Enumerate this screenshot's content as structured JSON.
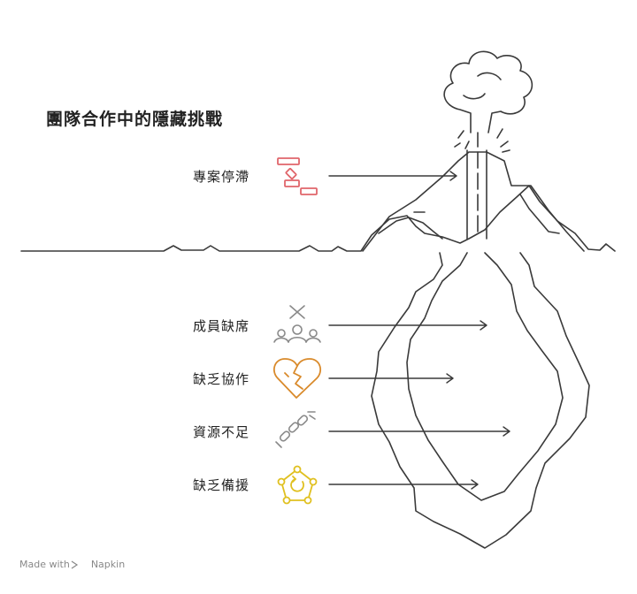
{
  "title": "團隊合作中的隱藏挑戰",
  "items": [
    {
      "label": "專案停滯",
      "icon": "gantt-chart-icon",
      "color": "#e0666b",
      "position": "above-water"
    },
    {
      "label": "成員缺席",
      "icon": "missing-member-icon",
      "color": "#8a8a8a",
      "position": "below-water"
    },
    {
      "label": "缺乏協作",
      "icon": "broken-heart-puzzle-icon",
      "color": "#d98a2b",
      "position": "below-water"
    },
    {
      "label": "資源不足",
      "icon": "broken-chain-icon",
      "color": "#8a8a8a",
      "position": "below-water"
    },
    {
      "label": "缺乏備援",
      "icon": "pentagon-network-icon",
      "color": "#e0c020",
      "position": "below-water"
    }
  ],
  "footer": {
    "made_with": "Made with",
    "brand": "Napkin"
  }
}
